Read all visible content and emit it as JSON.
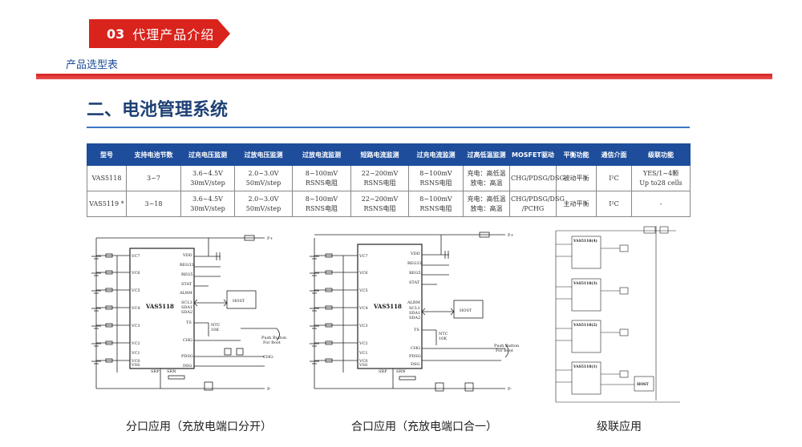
{
  "header": {
    "section_number": "03",
    "section_title": "代理产品介绍",
    "subtitle": "产品选型表"
  },
  "main": {
    "title": "二、电池管理系统",
    "table": {
      "headers": [
        "型号",
        "支持电池节数",
        "过充电压监测",
        "过放电压监测",
        "过放电流监测",
        "短路电流监测",
        "过充电流监测",
        "过高低温监测",
        "MOSFET驱动",
        "平衡功能",
        "通信介面",
        "级联功能"
      ],
      "rows": [
        {
          "model": "VAS5118",
          "cells": "3~7",
          "ov_1": "3.6~4.5V",
          "ov_2": "30mV/step",
          "uv_1": "2.0~3.0V",
          "uv_2": "50mV/step",
          "od_1": "8~100mV",
          "od_2": "RSNS电阻",
          "sc_1": "22~200mV",
          "sc_2": "RSNS电阻",
          "oc_1": "8~100mV",
          "oc_2": "RSNS电阻",
          "temp_1": "充电：高低温",
          "temp_2": "放电：高温",
          "fet_1": "CHG/PDSG/DSG",
          "fet_2": "",
          "balance": "被动平衡",
          "comm": "I²C",
          "cascade_1": "YES/1~4颗",
          "cascade_2": "Up to28 cells"
        },
        {
          "model": "VAS5119 *",
          "cells": "3~18",
          "ov_1": "3.6~4.5V",
          "ov_2": "30mV/step",
          "uv_1": "2.0~3.0V",
          "uv_2": "50mV/step",
          "od_1": "8~100mV",
          "od_2": "RSNS电阻",
          "sc_1": "22~200mV",
          "sc_2": "RSNS电阻",
          "oc_1": "8~100mV",
          "oc_2": "RSNS电阻",
          "temp_1": "充电：高低温",
          "temp_2": "放电：高温",
          "fet_1": "CHG/PDSG/DSG",
          "fet_2": "/PCHG",
          "balance": "主动平衡",
          "comm": "I²C",
          "cascade_1": "-",
          "cascade_2": ""
        }
      ]
    },
    "diagrams": [
      {
        "chip": "VAS5118",
        "host": "HOST",
        "ntc_1": "NTC",
        "ntc_2": "10K",
        "button_1": "Push Button",
        "button_2": "For Boot",
        "pplus": "P+",
        "pminus": "P-",
        "chg": "CHG-",
        "pins_left": [
          "VC7",
          "VC6",
          "VC5",
          "VC4",
          "VC3",
          "VC2",
          "VC1",
          "VC0"
        ],
        "pins_right": [
          "VDD",
          "REG33",
          "REG5",
          "STAT",
          "ALRM",
          "SCL1",
          "SDA1",
          "SDA2",
          "TS",
          "CHG",
          "PDSG",
          "DSG"
        ],
        "pins_bottom": [
          "VSS",
          "SRP",
          "SRN"
        ],
        "caption": "分口应用（充放电端口分开）"
      },
      {
        "chip": "VAS5118",
        "host": "HOST",
        "ntc_1": "NTC",
        "ntc_2": "10K",
        "button_1": "Push Button",
        "button_2": "For Boot",
        "pplus": "P+",
        "pminus": "P-",
        "pins_left": [
          "VC7",
          "VC6",
          "VC5",
          "VC4",
          "VC3",
          "VC2",
          "VC1",
          "VC0"
        ],
        "pins_right": [
          "VDD",
          "REG33",
          "REG5",
          "STAT",
          "ALRM",
          "SCL1",
          "SDA1",
          "SDA2",
          "TS",
          "CHG",
          "PDSG",
          "DSG"
        ],
        "pins_bottom": [
          "VSS",
          "SRP",
          "SRN"
        ],
        "caption": "合口应用（充放电端口合一）"
      },
      {
        "chips": [
          "VAS5118(4)",
          "VAS5118(3)",
          "VAS5118(2)",
          "VAS5118(1)"
        ],
        "host": "HOST",
        "caption": "级联应用"
      }
    ]
  },
  "colors": {
    "brand_red": "#d9231d",
    "header_blue": "#1e4d9b",
    "title_navy": "#1e4075"
  }
}
